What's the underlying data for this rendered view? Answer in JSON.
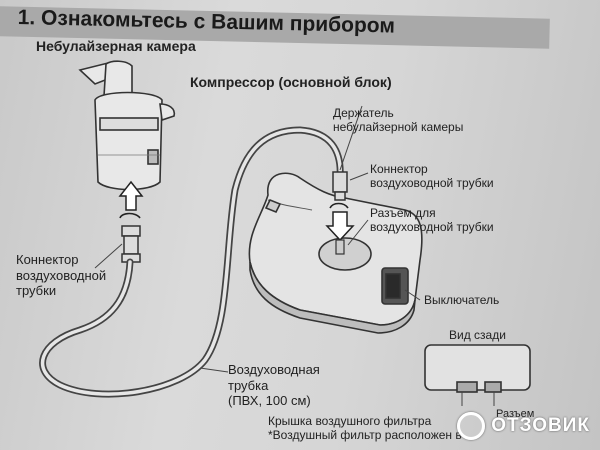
{
  "header": {
    "title": "1. Ознакомьтесь с Вашим прибором"
  },
  "labels": {
    "nebulizer_chamber": "Небулайзерная камера",
    "compressor": "Компрессор (основной блок)",
    "holder_line1": "Держатель",
    "holder_line2": "небулайзерной камеры",
    "tube_connector_right_line1": "Коннектор",
    "tube_connector_right_line2": "воздуховодной трубки",
    "tube_socket_line1": "Разъем для",
    "tube_socket_line2": "воздуховодной трубки",
    "tube_connector_left_line1": "Коннектор",
    "tube_connector_left_line2": "воздуховодной",
    "tube_connector_left_line3": "трубки",
    "switch": "Выключатель",
    "rear_view": "Вид сзади",
    "air_tube_line1": "Воздуховодная",
    "air_tube_line2": "трубка",
    "air_tube_line3": "(ПВХ, 100 см)",
    "filter_cover_line1": "Крышка воздушного фильтра",
    "filter_cover_line2": "*Воздушный фильтр расположен в",
    "rear_partial": "Разъем"
  },
  "watermark": {
    "text": "ОТЗОВИК"
  }
}
